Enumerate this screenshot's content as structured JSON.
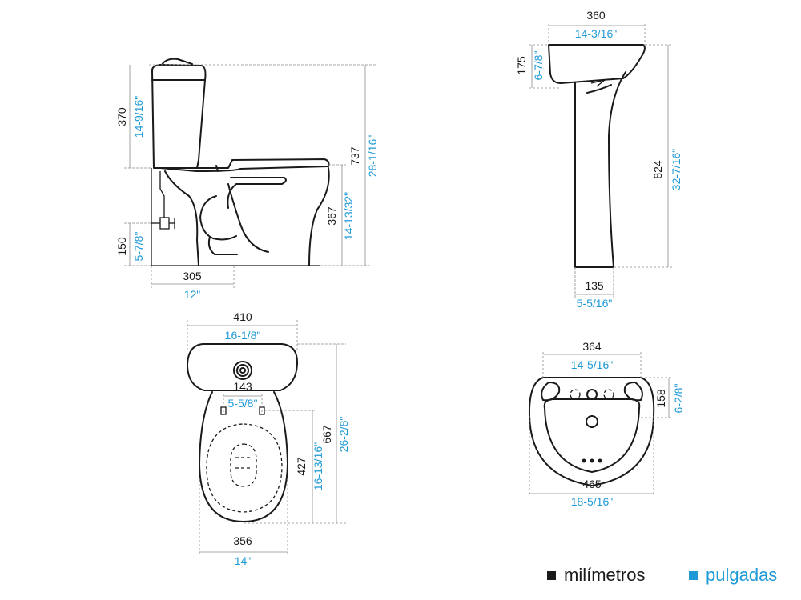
{
  "colors": {
    "mm": "#1a1a1a",
    "in": "#1f9ad6",
    "dim_line": "#8a8a8a"
  },
  "legend": {
    "mm_label": "milímetros",
    "in_label": "pulgadas"
  },
  "toilet_side": {
    "tank_h_mm": "370",
    "tank_h_in": "14-9/16\"",
    "total_h_mm": "737",
    "total_h_in": "28-1/16\"",
    "seat_h_mm": "367",
    "seat_h_in": "14-13/32\"",
    "inlet_h_mm": "150",
    "inlet_h_in": "5-7/8\"",
    "rough_mm": "305",
    "rough_in": "12\""
  },
  "toilet_top": {
    "tank_w_mm": "410",
    "tank_w_in": "16-1/8\"",
    "bolt_mm": "143",
    "bolt_in": "5-5/8\"",
    "bowl_len_mm": "427",
    "bowl_len_in": "16-13/16\"",
    "total_len_mm": "667",
    "total_len_in": "26-2/8\"",
    "bowl_w_mm": "356",
    "bowl_w_in": "14\""
  },
  "pedestal": {
    "top_w_mm": "360",
    "top_w_in": "14-3/16\"",
    "basin_h_mm": "175",
    "basin_h_in": "6-7/8\"",
    "total_h_mm": "824",
    "total_h_in": "32-7/16\"",
    "base_w_mm": "135",
    "base_w_in": "5-5/16\""
  },
  "basin_top": {
    "deck_w_mm": "364",
    "deck_w_in": "14-5/16\"",
    "deck_d_mm": "158",
    "deck_d_in": "6-2/8\"",
    "total_w_mm": "465",
    "total_w_in": "18-5/16\""
  }
}
